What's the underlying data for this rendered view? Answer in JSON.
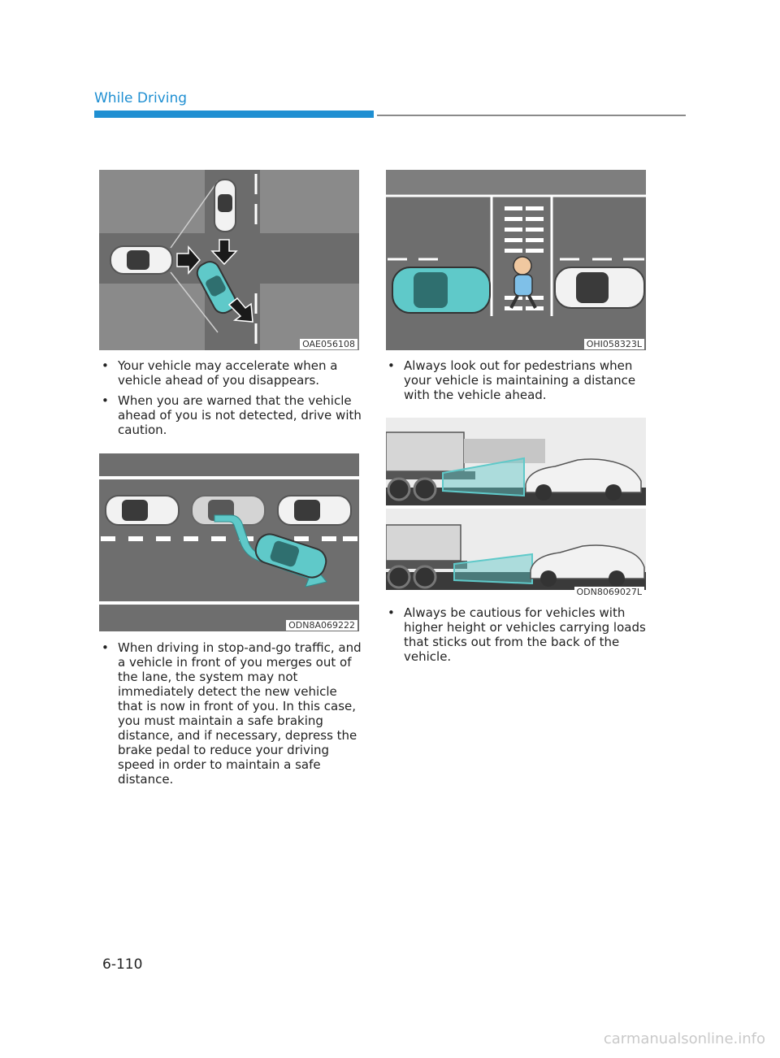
{
  "header": {
    "section_title": "While Driving"
  },
  "figures": {
    "fig1": {
      "code": "OAE056108"
    },
    "fig2": {
      "code": "ODN8A069222"
    },
    "fig3": {
      "code": "OHI058323L"
    },
    "fig4": {
      "code": "ODN8069027L"
    }
  },
  "left_column": {
    "bullets_a": [
      "Your vehicle may accelerate when a vehicle ahead of you disappears.",
      "When you are warned that the vehicle ahead of you is not detected, drive with caution."
    ],
    "bullets_b": [
      "When driving in stop-and-go traffic, and a vehicle in front of you merges out of the lane, the system may not immediately detect the new vehicle that is now in front of you. In this case, you must maintain a safe braking distance, and if necessary, depress the brake pedal to reduce your driving speed in order to maintain a safe distance."
    ]
  },
  "right_column": {
    "bullets_a": [
      "Always look out for pedestrians when your vehicle is maintaining a distance with the vehicle ahead."
    ],
    "bullets_b": [
      "Always be cautious for vehicles with higher height or vehicles carrying loads that sticks out from the back of the vehicle."
    ]
  },
  "footer": {
    "page_number": "6-110",
    "watermark": "carmanualsonline.info"
  },
  "colors": {
    "accent_blue": "#1f8fd2",
    "highlight_teal": "#5fc9c9",
    "road_gray": "#6e6e6e"
  }
}
